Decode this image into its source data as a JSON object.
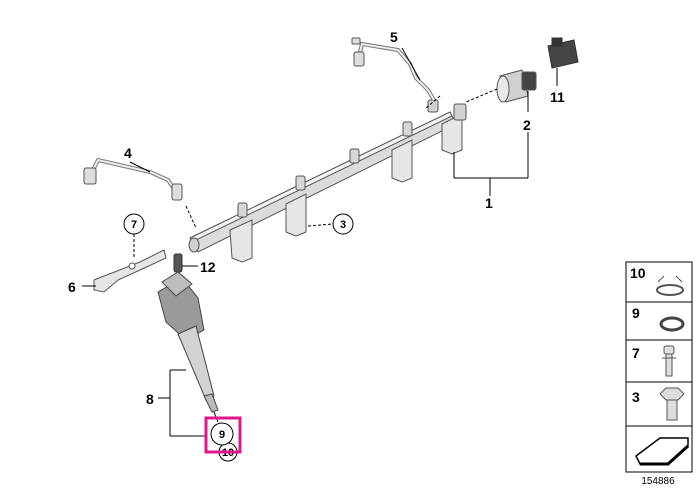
{
  "diagram": {
    "diagram_id": "154886",
    "callouts": {
      "c1": "1",
      "c2": "2",
      "c3": "3",
      "c4": "4",
      "c5": "5",
      "c6": "6",
      "c7": "7",
      "c8": "8",
      "c9": "9",
      "c10": "10",
      "c11": "11",
      "c12": "12"
    },
    "legend": [
      "10",
      "9",
      "7",
      "3"
    ],
    "highlight_color": "#e0148c"
  }
}
